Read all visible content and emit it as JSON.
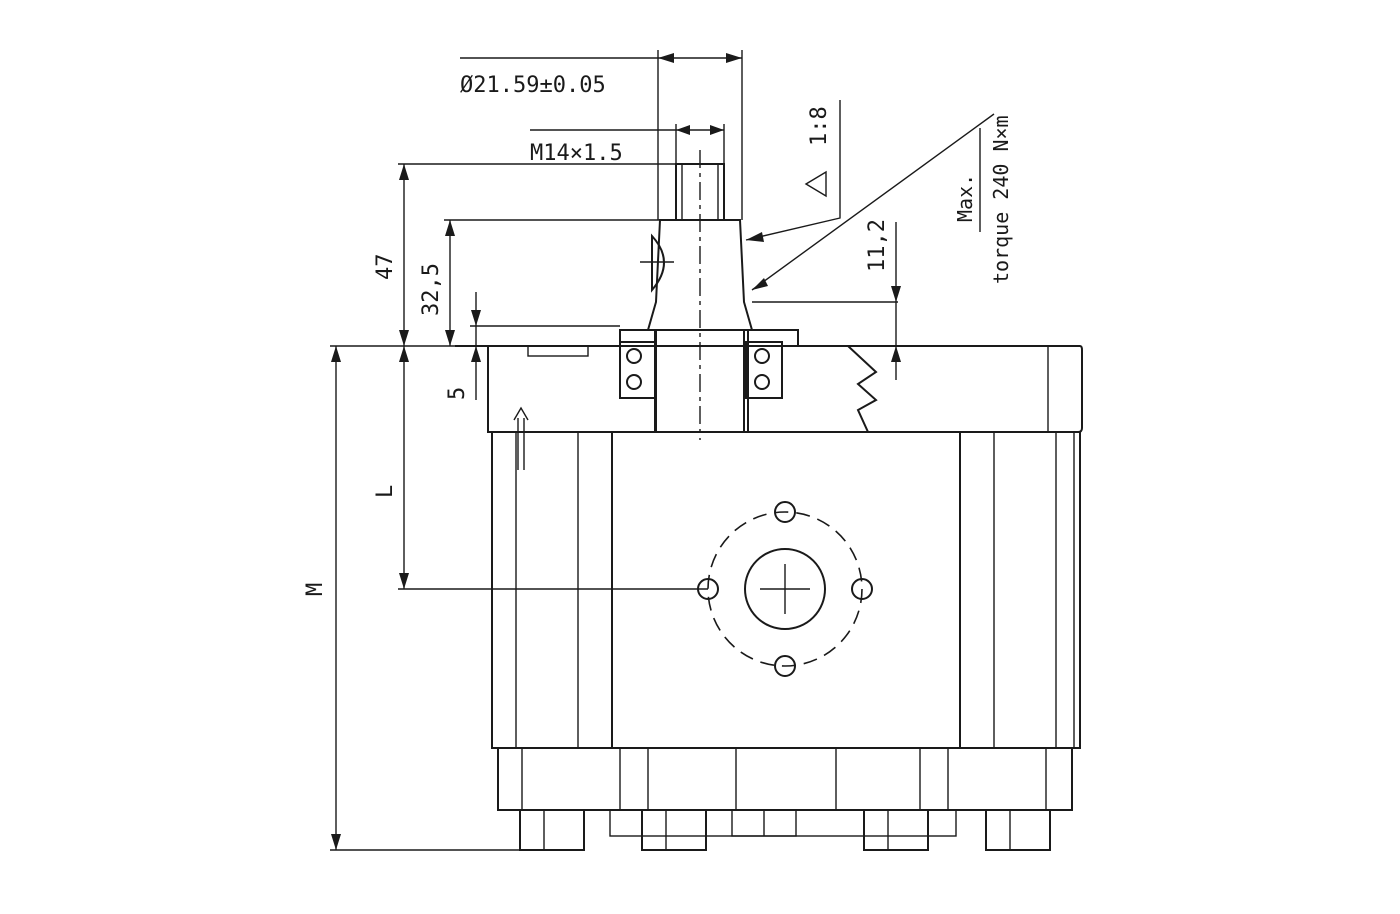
{
  "dimensions": {
    "shaft_diameter": "Ø21.59±0.05",
    "thread": "M14×1.5",
    "taper": "1:8",
    "torque_line1": "Max.",
    "torque_line2": "torque 240 N×m",
    "height_47": "47",
    "height_32_5": "32,5",
    "height_5": "5",
    "height_11_2": "11,2",
    "length_L": "L",
    "length_M": "M"
  }
}
